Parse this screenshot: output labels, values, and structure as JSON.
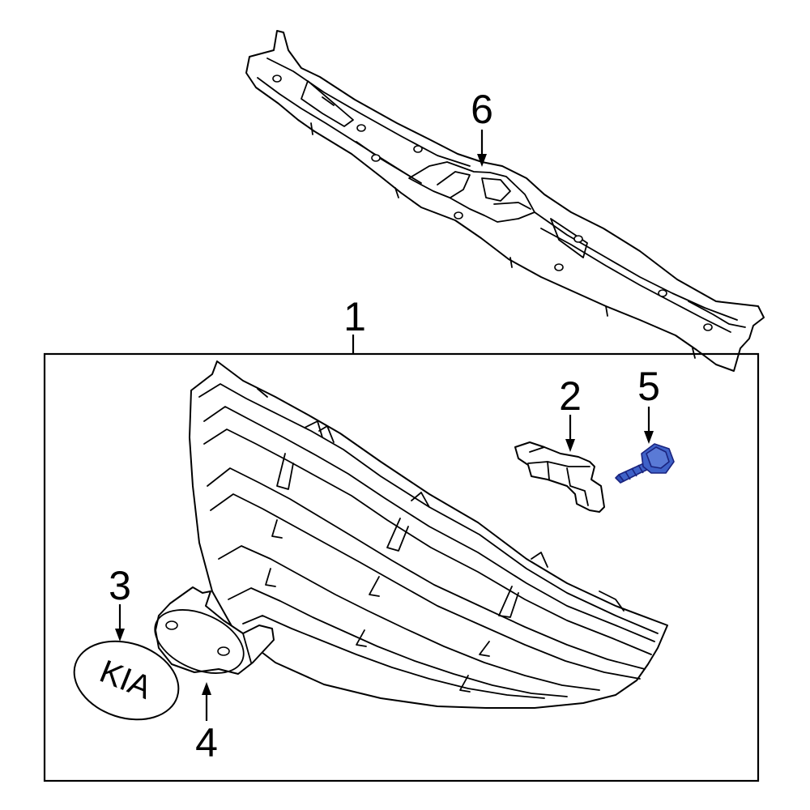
{
  "callouts": {
    "c1": "1",
    "c2": "2",
    "c3": "3",
    "c4": "4",
    "c5": "5",
    "c6": "6"
  },
  "emblem": {
    "text": "KIA"
  },
  "colors": {
    "line": "#000000",
    "background": "#ffffff",
    "highlight_part_fill": "#3f62c8",
    "highlight_part_stroke": "#1a237e"
  },
  "highlighted_part": "5"
}
